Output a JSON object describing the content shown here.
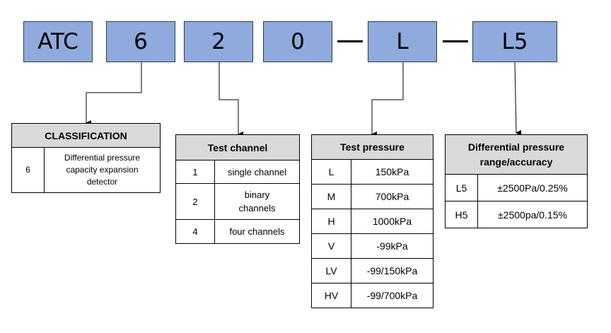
{
  "code": [
    "ATC",
    "6",
    "2",
    "0",
    "L",
    "L5"
  ],
  "separator": "—",
  "classification": {
    "header": "CLASSIFICATION",
    "rows": [
      {
        "key": "6",
        "value": "Differential pressure capacity expansion detector"
      }
    ]
  },
  "test_channel": {
    "header": "Test channel",
    "rows": [
      {
        "key": "1",
        "value": "single channel"
      },
      {
        "key": "2",
        "value": "binary channels"
      },
      {
        "key": "4",
        "value": "four channels"
      }
    ]
  },
  "test_pressure": {
    "header": "Test pressure",
    "rows": [
      {
        "key": "L",
        "value": "150kPa"
      },
      {
        "key": "M",
        "value": "700kPa"
      },
      {
        "key": "H",
        "value": "1000kPa"
      },
      {
        "key": "V",
        "value": "-99kPa"
      },
      {
        "key": "LV",
        "value": "-99/150kPa"
      },
      {
        "key": "HV",
        "value": "-99/700kPa"
      }
    ]
  },
  "diff_pressure": {
    "header": "Differential pressure range/accuracy",
    "rows": [
      {
        "key": "L5",
        "value": "±2500Pa/0.25%"
      },
      {
        "key": "H5",
        "value": "±2500pa/0.15%"
      }
    ]
  },
  "colors": {
    "box_fill": "#8faadc",
    "box_border": "#2f3b4c",
    "header_fill": "#d9d9d9"
  }
}
